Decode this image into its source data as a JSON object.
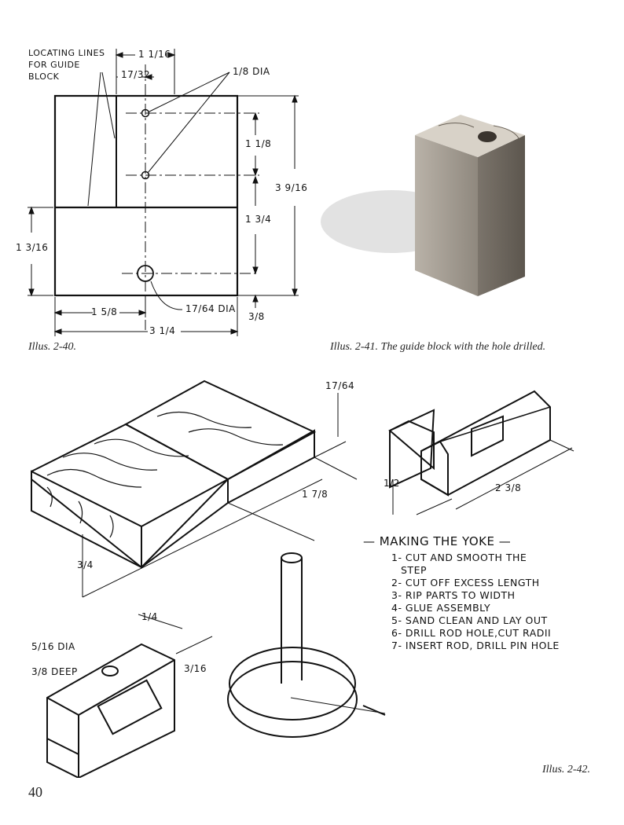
{
  "drawing_2_40": {
    "note": "LOCATING LINES FOR GUIDE BLOCK",
    "hole_small": "1/8 DIA",
    "hole_large": "17/64 DIA",
    "dims": {
      "top_width": "1 1/16",
      "offset": "17/32",
      "spacing_upper": "1 1/8",
      "spacing_lower": "1 3/4",
      "total_height": "3 9/16",
      "left_height": "1 3/16",
      "bottom_offset": "1 5/8",
      "bottom_width": "3 1/4",
      "edge": "3/8"
    }
  },
  "captions": {
    "left": "Illus. 2-40.",
    "right": "Illus. 2-41. The guide block with the hole drilled.",
    "bottom": "Illus. 2-42."
  },
  "lower_drawing": {
    "dims": {
      "step_depth": "17/64",
      "step_length": "1 7/8",
      "thickness": "3/4",
      "yoke_half": "1/2",
      "yoke_length": "2 3/8",
      "slot": "1/4",
      "slot_depth": "3/16",
      "hole_dia": "5/16 DIA",
      "hole_deep": "3/8 DEEP"
    },
    "title": "— MAKING THE YOKE —",
    "steps": [
      "1- CUT AND SMOOTH THE",
      "STEP",
      "2- CUT OFF EXCESS LENGTH",
      "3- RIP PARTS TO WIDTH",
      "4- GLUE ASSEMBLY",
      "5- SAND CLEAN AND LAY OUT",
      "6- DRILL ROD HOLE,CUT RADII",
      "7- INSERT ROD, DRILL PIN HOLE"
    ]
  },
  "page_number": "40"
}
